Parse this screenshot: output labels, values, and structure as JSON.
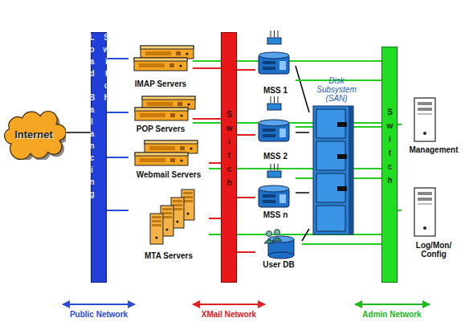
{
  "diagram": {
    "nodes": [
      {
        "text": [
          "Internet"
        ]
      },
      {
        "text": [
          "Load Balancing Switch"
        ]
      },
      {
        "text": [
          "IMAP Servers"
        ]
      },
      {
        "text": [
          "POP Servers"
        ]
      },
      {
        "text": [
          "Webmail Servers"
        ]
      },
      {
        "text": [
          "MTA Servers"
        ]
      },
      {
        "text": [
          "Switch"
        ]
      },
      {
        "text": [
          "MSS 1"
        ]
      },
      {
        "text": [
          "MSS 2"
        ]
      },
      {
        "text": [
          "MSS n"
        ]
      },
      {
        "text": [
          "Disk Subsystem (SAN)"
        ]
      },
      {
        "text": [
          "User DB"
        ]
      },
      {
        "text": [
          "Switch"
        ]
      },
      {
        "text": [
          "Management"
        ]
      },
      {
        "text": [
          "Log/Mon/ Config"
        ]
      }
    ],
    "edges": [
      {
        "from": 0,
        "to": 1,
        "arrow": "none"
      },
      {
        "from": 1,
        "to": 2,
        "arrow": "none"
      },
      {
        "from": 1,
        "to": 3,
        "arrow": "none"
      },
      {
        "from": 1,
        "to": 4,
        "arrow": "none"
      },
      {
        "from": 1,
        "to": 5,
        "arrow": "none"
      },
      {
        "from": 2,
        "to": 6,
        "arrow": "none"
      },
      {
        "from": 3,
        "to": 6,
        "arrow": "none"
      },
      {
        "from": 4,
        "to": 6,
        "arrow": "none"
      },
      {
        "from": 5,
        "to": 6,
        "arrow": "none"
      },
      {
        "from": 2,
        "to": 12,
        "arrow": "none"
      },
      {
        "from": 3,
        "to": 12,
        "arrow": "none"
      },
      {
        "from": 4,
        "to": 12,
        "arrow": "none"
      },
      {
        "from": 5,
        "to": 12,
        "arrow": "none"
      },
      {
        "from": 6,
        "to": 7,
        "arrow": "none"
      },
      {
        "from": 6,
        "to": 8,
        "arrow": "none"
      },
      {
        "from": 6,
        "to": 9,
        "arrow": "none"
      },
      {
        "from": 6,
        "to": 11,
        "arrow": "none"
      },
      {
        "from": 7,
        "to": 10,
        "arrow": "none"
      },
      {
        "from": 8,
        "to": 10,
        "arrow": "none"
      },
      {
        "from": 9,
        "to": 10,
        "arrow": "none"
      },
      {
        "from": 11,
        "to": 10,
        "arrow": "none"
      },
      {
        "from": 7,
        "to": 12,
        "arrow": "none"
      },
      {
        "from": 8,
        "to": 12,
        "arrow": "none"
      },
      {
        "from": 9,
        "to": 12,
        "arrow": "none"
      },
      {
        "from": 11,
        "to": 12,
        "arrow": "none"
      },
      {
        "from": 12,
        "to": 13,
        "arrow": "none"
      },
      {
        "from": 12,
        "to": 14,
        "arrow": "none"
      }
    ],
    "labels": [
      "Public Network",
      "XMail Network",
      "Admin Network"
    ]
  }
}
